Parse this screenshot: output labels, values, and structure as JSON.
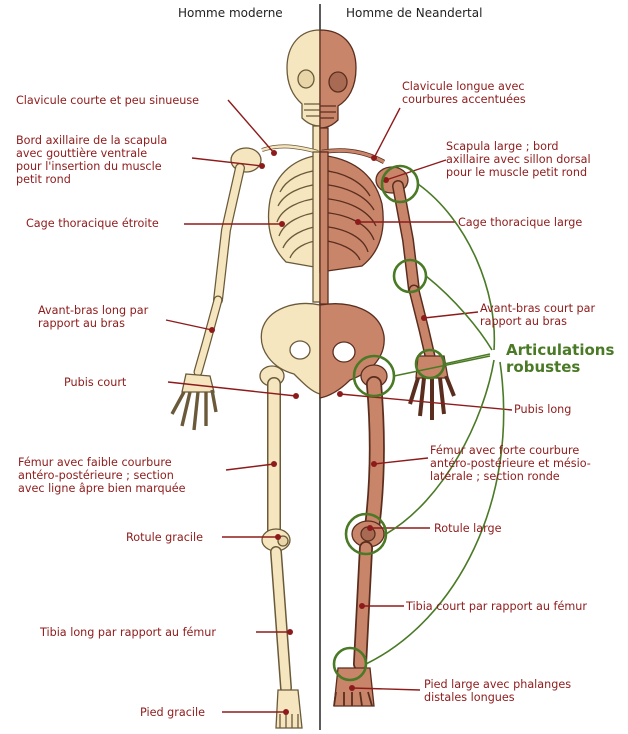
{
  "headers": {
    "modern": "Homme moderne",
    "neanderthal": "Homme de Neandertal"
  },
  "labels_left": {
    "clavicle": "Clavicule courte et peu sinueuse",
    "scapula": [
      "Bord axillaire de la scapula",
      "avec gouttière ventrale",
      "pour l'insertion du muscle",
      "petit rond"
    ],
    "ribcage": "Cage thoracique étroite",
    "forearm": [
      "Avant-bras long par",
      "rapport au bras"
    ],
    "pubis": "Pubis court",
    "femur": [
      "Fémur avec faible courbure",
      "antéro-postérieure ; section",
      "avec ligne âpre bien marquée"
    ],
    "patella": "Rotule gracile",
    "tibia": "Tibia long par rapport au fémur",
    "foot": "Pied gracile"
  },
  "labels_right": {
    "clavicle": [
      "Clavicule longue avec",
      "courbures accentuées"
    ],
    "scapula": [
      "Scapula large ; bord",
      "axillaire avec sillon dorsal",
      "pour le muscle petit rond"
    ],
    "ribcage": "Cage thoracique large",
    "forearm": [
      "Avant-bras court par",
      "rapport au bras"
    ],
    "pubis": "Pubis long",
    "femur": [
      "Fémur avec forte courbure",
      "antéro-postérieure et mésio-",
      "latérale ; section ronde"
    ],
    "patella": "Rotule large",
    "tibia": "Tibia court par rapport au fémur",
    "foot": [
      "Pied large avec phalanges",
      "distales longues"
    ]
  },
  "joints_label": [
    "Articulations",
    "robustes"
  ],
  "colors": {
    "modern_bone": "#f5e6bf",
    "modern_outline": "#6b5a3a",
    "neanderthal_bone": "#c9856a",
    "neanderthal_outline": "#5a2e1e",
    "label": "#8e1b1b",
    "joint_circle": "#4a7a26",
    "divider": "#333333"
  }
}
